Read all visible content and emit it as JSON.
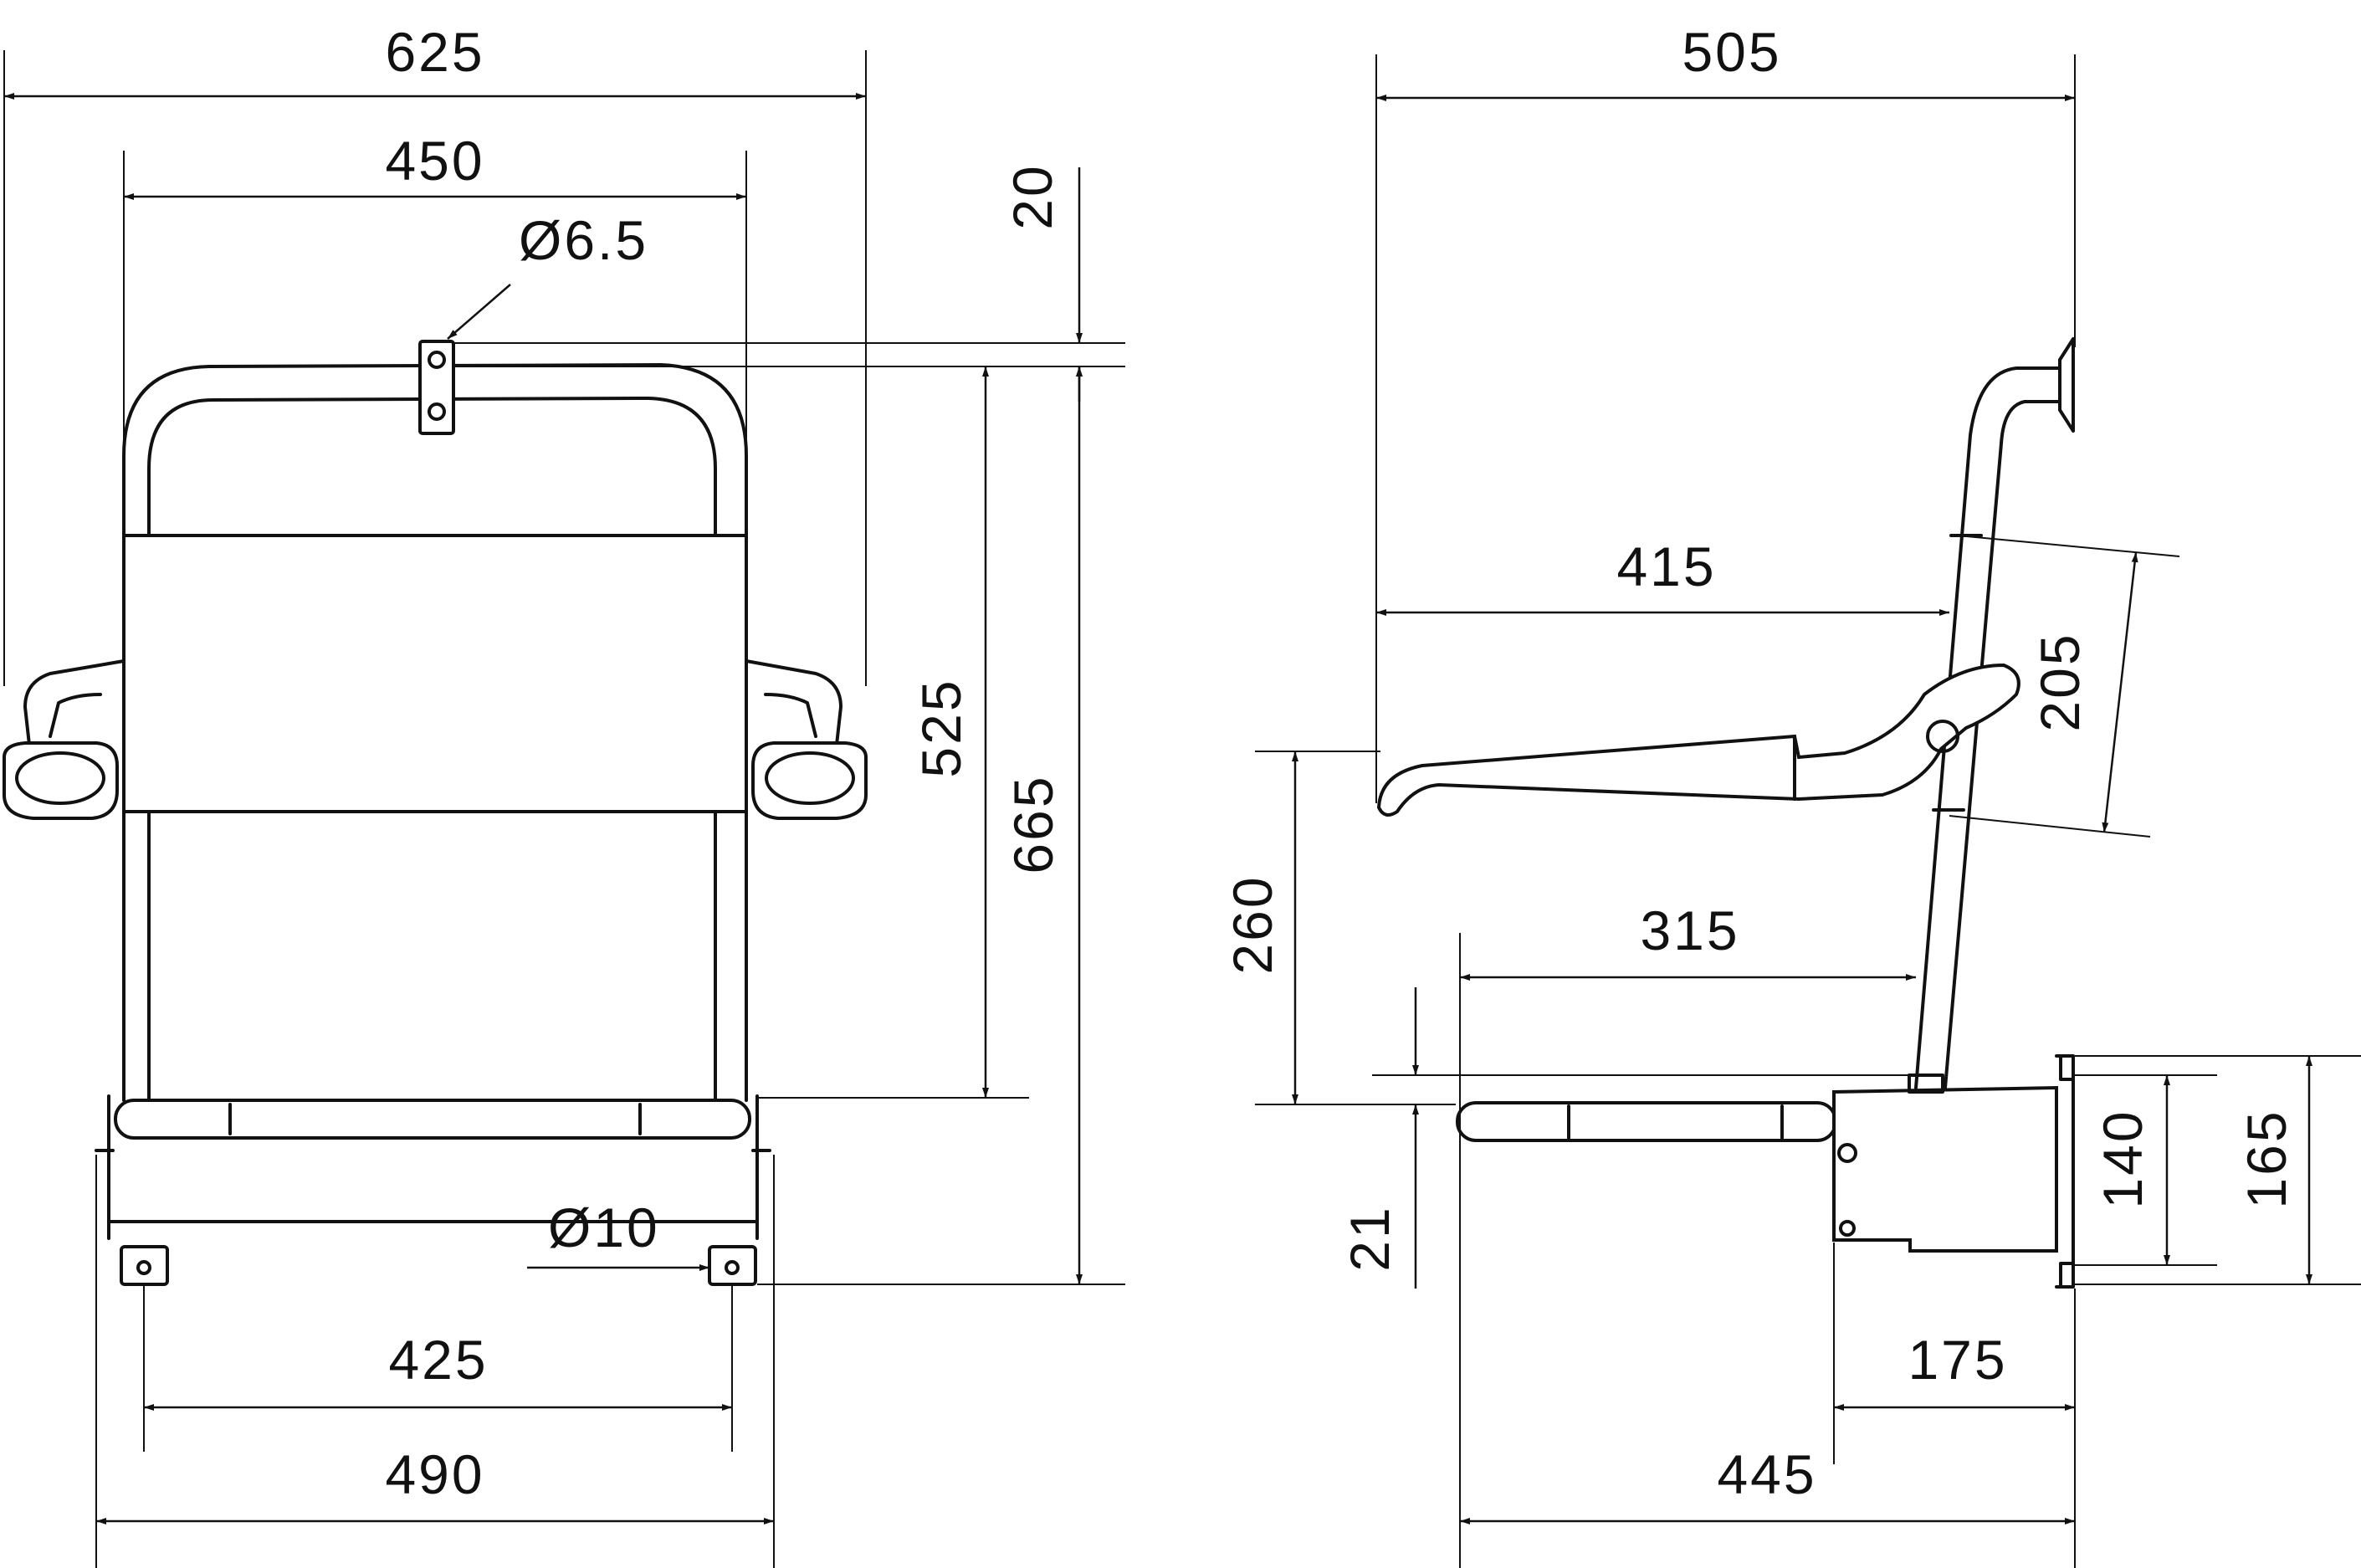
{
  "labels": {
    "front_width_overall": "625",
    "front_width_backrest": "450",
    "front_hole_dia_top": "Ø6.5",
    "front_height_backrest": "525",
    "front_height_total": "665",
    "front_top_offset": "20",
    "front_hole_dia_bottom": "Ø10",
    "front_hole_spacing": "425",
    "front_base_width": "490",
    "side_depth_overall": "505",
    "side_armrest_length": "415",
    "side_armrest_angle": "205",
    "side_armrest_height": "260",
    "side_seat_depth": "315",
    "side_seat_offset": "21",
    "side_bracket_height_inner": "140",
    "side_bracket_height_outer": "165",
    "side_bracket_depth": "175",
    "side_total_depth": "445"
  }
}
